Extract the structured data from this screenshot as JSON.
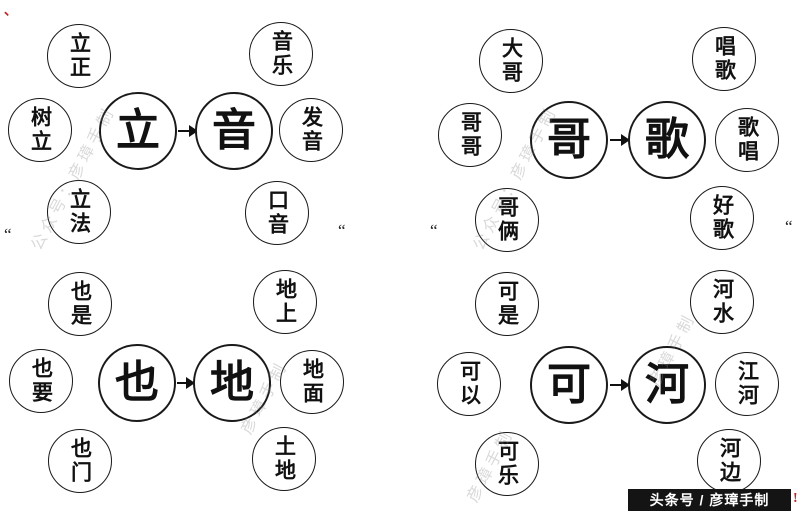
{
  "groups": [
    {
      "source": "立",
      "target": "音",
      "source_words": [
        "立正",
        "树立",
        "立法"
      ],
      "target_words": [
        "音乐",
        "发音",
        "口音"
      ]
    },
    {
      "source": "哥",
      "target": "歌",
      "source_words": [
        "大哥",
        "哥哥",
        "哥俩"
      ],
      "target_words": [
        "唱歌",
        "歌唱",
        "好歌"
      ]
    },
    {
      "source": "也",
      "target": "地",
      "source_words": [
        "也是",
        "也要",
        "也门"
      ],
      "target_words": [
        "地上",
        "地面",
        "土地"
      ]
    },
    {
      "source": "可",
      "target": "河",
      "source_words": [
        "可是",
        "可以",
        "可乐"
      ],
      "target_words": [
        "河水",
        "江河",
        "河边"
      ]
    }
  ],
  "watermarks": [
    "公众号：彦璋手制",
    "公众号：彦璋手制",
    "彦璋手制",
    "彦璋手制",
    "彦璋手制"
  ],
  "footer": {
    "credit": "头条号 / 彦璋手制"
  },
  "marks": {
    "quote": "“",
    "red_tl": "、",
    "red_br": "!"
  },
  "colors": {
    "ink": "#111111",
    "banner_bg": "#141414",
    "banner_text": "#ffffff",
    "accent_red": "#c42222"
  }
}
